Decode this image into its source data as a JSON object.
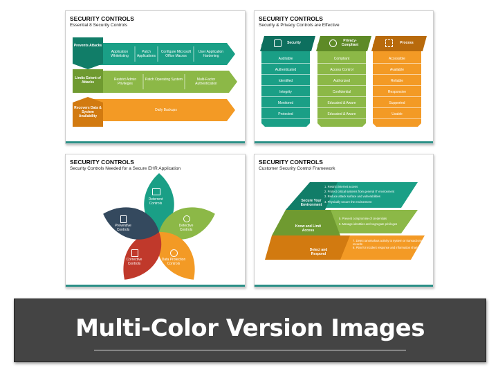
{
  "slides": [
    {
      "title": "SECURITY CONTROLS",
      "subtitle": "Essential 8 Security Controls",
      "rows": [
        {
          "label": "Prevents Attacks",
          "items": [
            "Application Whitelisting",
            "Patch Applications",
            "Configure Microsoft Office Macros",
            "User Application Hardening"
          ],
          "color": "#1a9f86"
        },
        {
          "label": "Limits Extent of Attacks",
          "items": [
            "Restrict Admin Privileges",
            "Patch Operating System",
            "Multi-Factor Authentication"
          ],
          "color": "#8cb847"
        },
        {
          "label": "Recovers Data & System Availability",
          "items": [
            "Daily Backups"
          ],
          "color": "#f39a25"
        }
      ]
    },
    {
      "title": "SECURITY CONTROLS",
      "subtitle": "Security & Privacy Controls are Effective",
      "columns": [
        {
          "header": "Security",
          "icon": "security-icon",
          "color": "#1a9f86",
          "items": [
            "Auditable",
            "Authenticated",
            "Identified",
            "Integrity",
            "Monitored",
            "Protected"
          ]
        },
        {
          "header": "Privacy-Compliant",
          "icon": "privacy-icon",
          "color": "#8cb847",
          "items": [
            "Compliant",
            "Access Control",
            "Authorized",
            "Confidential",
            "Educated & Aware",
            "Educated & Aware"
          ]
        },
        {
          "header": "Process",
          "icon": "process-icon",
          "color": "#f39a25",
          "items": [
            "Accessible",
            "Available",
            "Reliable",
            "Responsive",
            "Supported",
            "Usable"
          ]
        }
      ]
    },
    {
      "title": "SECURITY CONTROLS",
      "subtitle": "Security Controls Needed for a Secure EHR Application",
      "petals": [
        {
          "label": "Deterrent Controls",
          "icon": "deterrent-icon",
          "color": "#1a9f86"
        },
        {
          "label": "Detective Controls",
          "icon": "detective-icon",
          "color": "#8cb847"
        },
        {
          "label": "Data Protection Controls",
          "icon": "data-protection-icon",
          "color": "#f39a25"
        },
        {
          "label": "Corrective Controls",
          "icon": "corrective-icon",
          "color": "#c0392b"
        },
        {
          "label": "Preventive Controls",
          "icon": "preventive-icon",
          "color": "#34495e"
        }
      ]
    },
    {
      "title": "SECURITY CONTROLS",
      "subtitle": "Customer Security Control Framework",
      "tiers": [
        {
          "label": "Secure Your Environment",
          "color": "#1a9f86",
          "items": [
            "1.  Restrict internet access",
            "2.  Protect critical systems from general IT environment",
            "3.  Reduce attack surface and vulnerabilities",
            "4.  Physically secure the environment"
          ]
        },
        {
          "label": "Know and Limit Access",
          "color": "#8cb847",
          "items": [
            "5.  Prevent compromise of credentials",
            "6.  Manage identities and segregate privileges"
          ]
        },
        {
          "label": "Detect and Respond",
          "color": "#f39a25",
          "items": [
            "7.  Detect anomalous activity to system or transactions records",
            "8.  Plan for incident response and information sharing"
          ]
        }
      ]
    }
  ],
  "banner": {
    "title": "Multi-Color Version Images"
  }
}
